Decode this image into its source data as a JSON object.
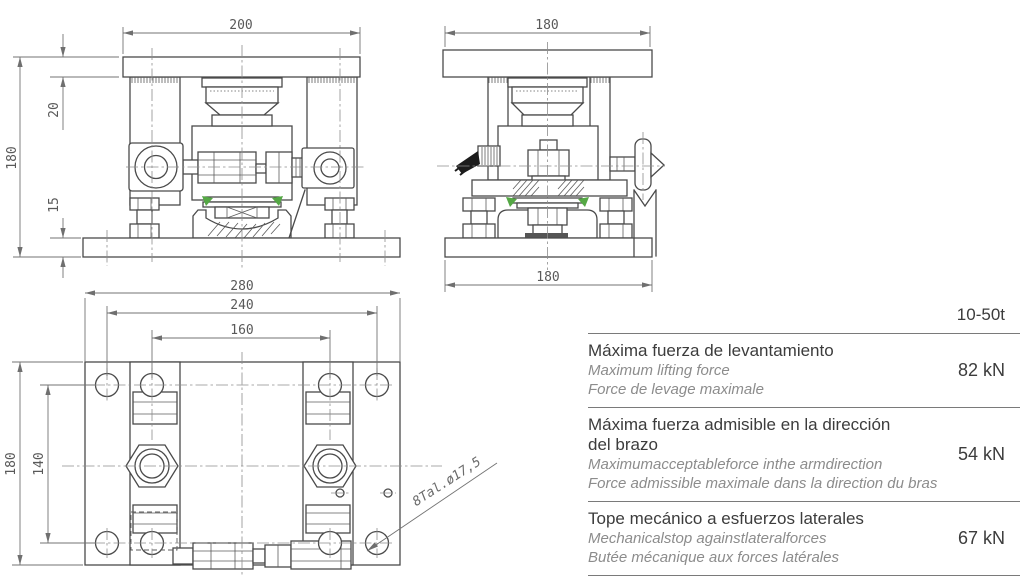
{
  "table": {
    "header": "10-50t",
    "rows": [
      {
        "title": "Máxima fuerza de levantamiento",
        "subtitle_en": "Maximum lifting force",
        "subtitle_fr": "Force de levage maximale",
        "value": "82 kN"
      },
      {
        "title": "Máxima fuerza admisible en la dirección\ndel brazo",
        "subtitle_en": "Maximumacceptableforce inthe armdirection",
        "subtitle_fr": "Force admissible maximale dans la direction du bras",
        "value": "54 kN"
      },
      {
        "title": "Tope mecánico a esfuerzos laterales",
        "subtitle_en": "Mechanicalstop againstlateralforces",
        "subtitle_fr": "Butée mécanique aux forces latérales",
        "value": "67 kN"
      }
    ]
  },
  "drawings": {
    "front_view": {
      "width": "200",
      "height": "180",
      "top_plate_thickness": "20",
      "base_plate_thickness": "15"
    },
    "side_view": {
      "width_top": "180",
      "width_bottom": "180"
    },
    "plan_view": {
      "base_width": "280",
      "bolt_spacing_outer": "240",
      "bolt_spacing_inner": "160",
      "base_depth": "180",
      "hole_spacing": "140",
      "holes_note": "8Tal.ø17,5"
    }
  },
  "colors": {
    "accent_green": "#55a845",
    "line": "#4a4a4a",
    "dimension": "#737373",
    "text_primary": "#3c3c3c",
    "text_secondary": "#8c8c8c"
  }
}
